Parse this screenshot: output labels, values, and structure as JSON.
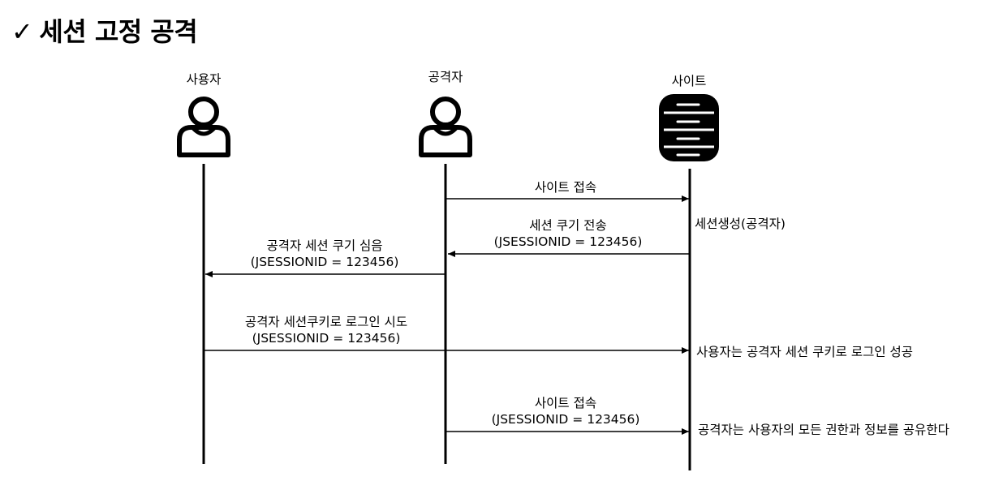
{
  "title": {
    "check": "✓",
    "text": "세션 고정 공격"
  },
  "actors": {
    "user": "사용자",
    "attacker": "공격자",
    "site": "사이트"
  },
  "messages": {
    "m1": {
      "line1": "사이트 접속"
    },
    "m2": {
      "line1": "세션 쿠기 전송",
      "line2": "(JSESSIONID = 123456)"
    },
    "m3": {
      "line1": "공격자 세션 쿠기 심음",
      "line2": "(JSESSIONID = 123456)"
    },
    "m4": {
      "line1": "공격자 세션쿠키로 로그인 시도",
      "line2": "(JSESSIONID = 123456)"
    },
    "m5": {
      "line1": "사이트 접속",
      "line2": "(JSESSIONID = 123456)"
    }
  },
  "notes": {
    "n1": "세션생성(공격자)",
    "n2": "사용자는 공격자 세션 쿠키로 로그인 성공",
    "n3": "공격자는 사용자의 모든 권한과 정보를 공유한다"
  }
}
